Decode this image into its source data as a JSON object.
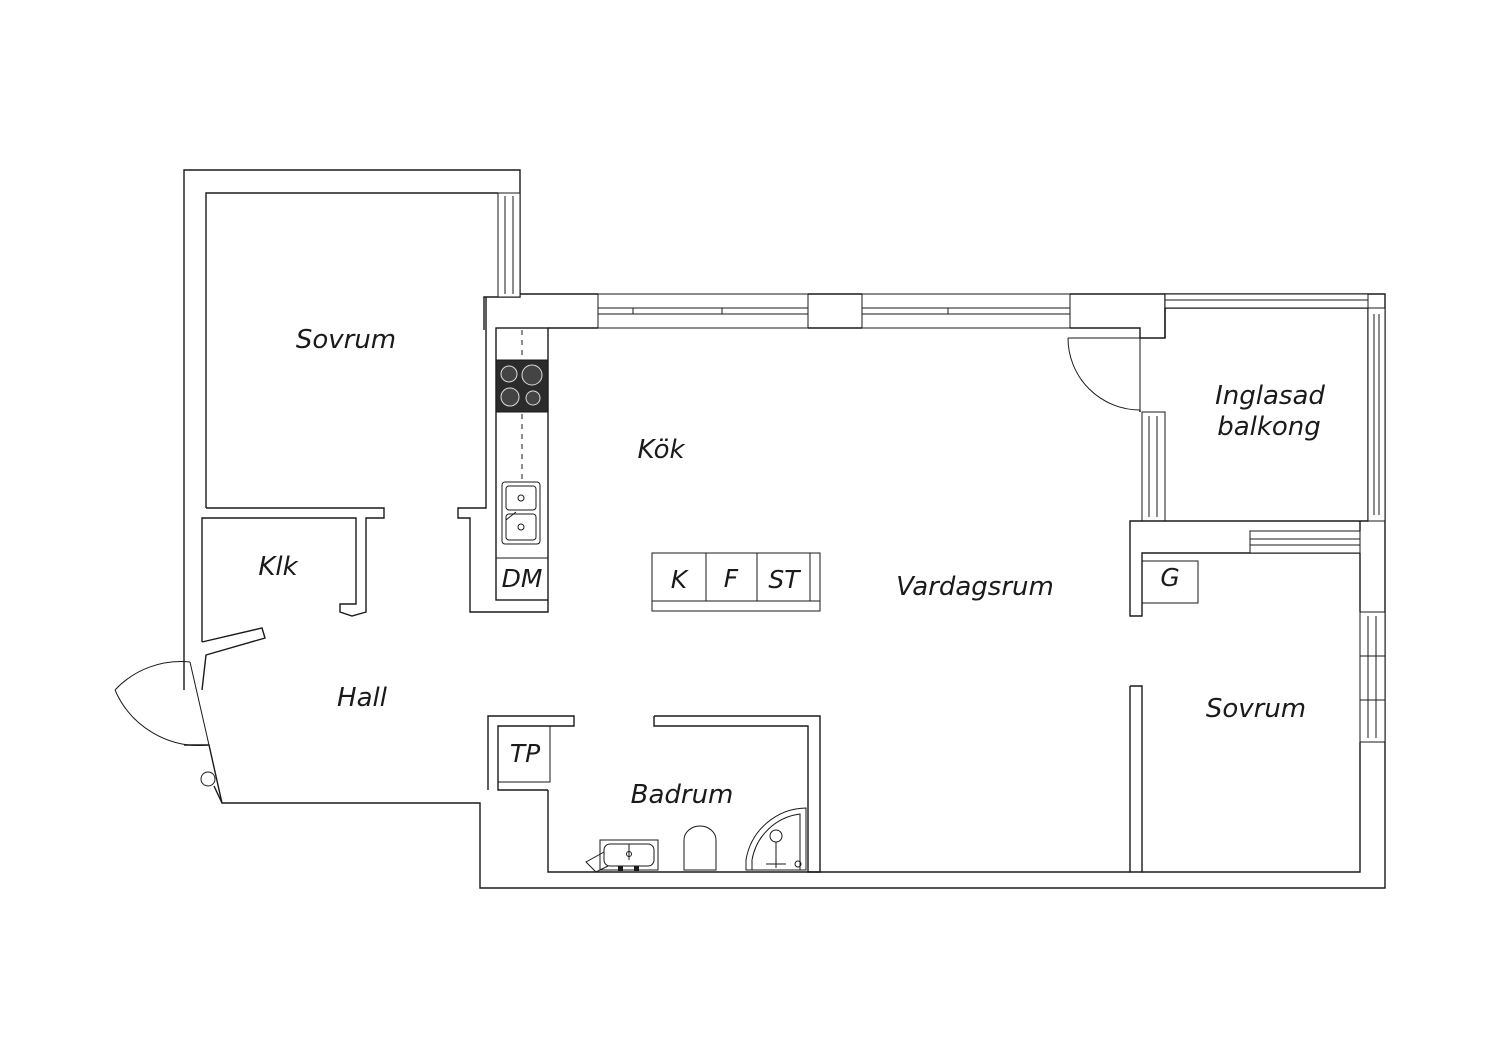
{
  "rooms": {
    "sovrum_1": "Sovrum",
    "kok": "Kök",
    "klk": "Klk",
    "hall": "Hall",
    "vardagsrum": "Vardagsrum",
    "inglasad_line1": "Inglasad",
    "inglasad_line2": "balkong",
    "sovrum_2": "Sovrum",
    "badrum": "Badrum"
  },
  "fixtures": {
    "dm": "DM",
    "k": "K",
    "f": "F",
    "st": "ST",
    "g": "G",
    "tp": "TP"
  },
  "icons": [
    "stove-icon",
    "sink-icon",
    "door-swing-icon",
    "toilet-icon",
    "shower-icon",
    "washbasin-icon"
  ],
  "colors": {
    "line": "#1a1a1a",
    "background": "#ffffff"
  }
}
